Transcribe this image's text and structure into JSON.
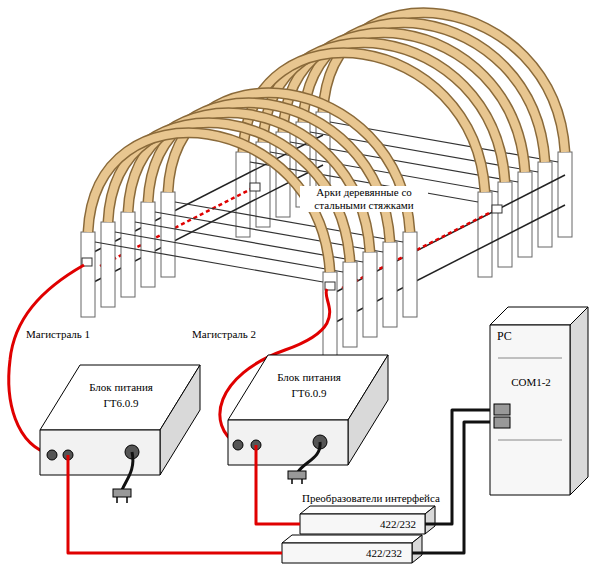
{
  "diagram": {
    "nodes": [
      {
        "text": [
          "Блок питания",
          "ГТ6.0.9"
        ]
      },
      {
        "text": [
          "Блок питания",
          "ГТ6.0.9"
        ]
      },
      {
        "text": [
          "PC",
          "COM1-2"
        ]
      },
      {
        "text": [
          "422/232"
        ]
      },
      {
        "text": [
          "422/232"
        ]
      }
    ],
    "edges": [
      {
        "from": 0,
        "to": 4,
        "arrow": "none"
      },
      {
        "from": 1,
        "to": 3,
        "arrow": "none"
      },
      {
        "from": 3,
        "to": 2,
        "arrow": "none"
      },
      {
        "from": 4,
        "to": 2,
        "arrow": "none"
      }
    ],
    "labels": [
      "Арки деревянные со стальными стяжками",
      "Магистраль 1",
      "Магистраль 2",
      "Преобразователи интерфейса"
    ]
  }
}
